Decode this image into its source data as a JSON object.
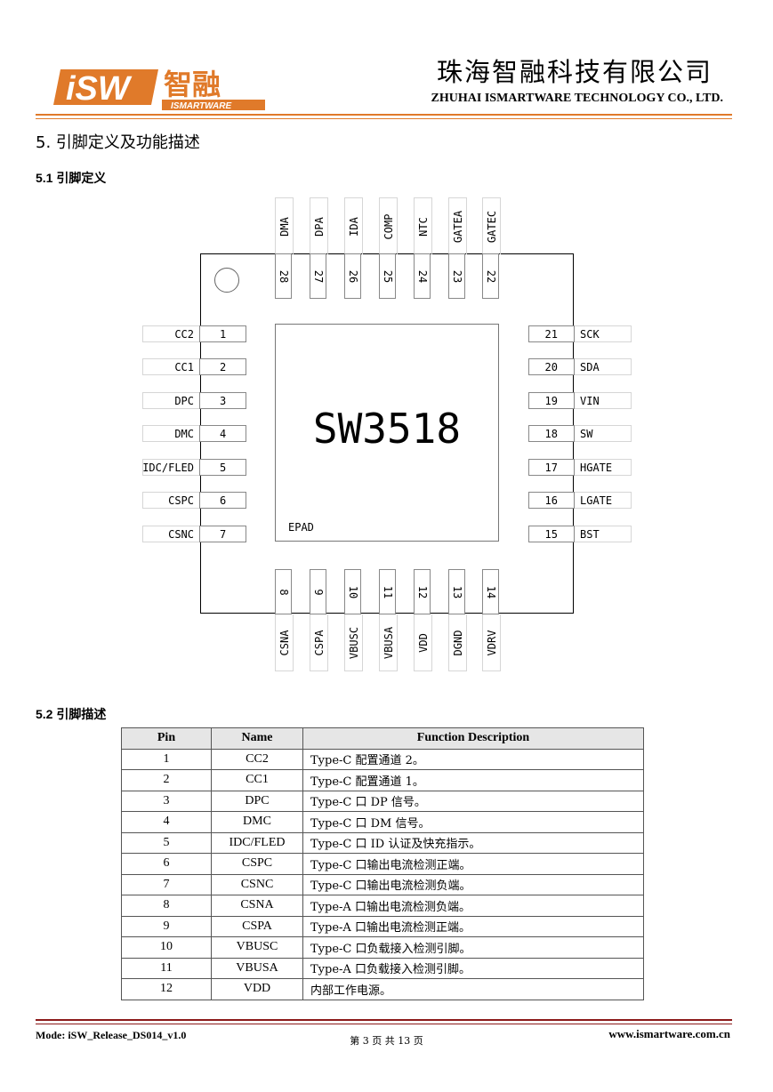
{
  "header": {
    "logo_mark": "iSW",
    "logo_cn": "智融",
    "logo_en": "ISMARTWARE",
    "company_cn": "珠海智融科技有限公司",
    "company_en": "ZHUHAI ISMARTWARE TECHNOLOGY CO., LTD.",
    "accent_color": "#e07a2a"
  },
  "section": {
    "title": "5.  引脚定义及功能描述",
    "sub1": "5.1  引脚定义",
    "sub2": "5.2  引脚描述"
  },
  "diagram": {
    "chip_name": "SW3518",
    "epad_label": "EPAD",
    "left_pins": [
      {
        "num": "1",
        "name": "CC2"
      },
      {
        "num": "2",
        "name": "CC1"
      },
      {
        "num": "3",
        "name": "DPC"
      },
      {
        "num": "4",
        "name": "DMC"
      },
      {
        "num": "5",
        "name": "IDC/FLED"
      },
      {
        "num": "6",
        "name": "CSPC"
      },
      {
        "num": "7",
        "name": "CSNC"
      }
    ],
    "bottom_pins": [
      {
        "num": "8",
        "name": "CSNA"
      },
      {
        "num": "9",
        "name": "CSPA"
      },
      {
        "num": "10",
        "name": "VBUSC"
      },
      {
        "num": "11",
        "name": "VBUSA"
      },
      {
        "num": "12",
        "name": "VDD"
      },
      {
        "num": "13",
        "name": "DGND"
      },
      {
        "num": "14",
        "name": "VDRV"
      }
    ],
    "right_pins": [
      {
        "num": "21",
        "name": "SCK"
      },
      {
        "num": "20",
        "name": "SDA"
      },
      {
        "num": "19",
        "name": "VIN"
      },
      {
        "num": "18",
        "name": "SW"
      },
      {
        "num": "17",
        "name": "HGATE"
      },
      {
        "num": "16",
        "name": "LGATE"
      },
      {
        "num": "15",
        "name": "BST"
      }
    ],
    "top_pins": [
      {
        "num": "28",
        "name": "DMA"
      },
      {
        "num": "27",
        "name": "DPA"
      },
      {
        "num": "26",
        "name": "IDA"
      },
      {
        "num": "25",
        "name": "COMP"
      },
      {
        "num": "24",
        "name": "NTC"
      },
      {
        "num": "23",
        "name": "GATEA"
      },
      {
        "num": "22",
        "name": "GATEC"
      }
    ]
  },
  "table": {
    "headers": [
      "Pin",
      "Name",
      "Function Description"
    ],
    "rows": [
      [
        "1",
        "CC2",
        "Type-C  配置通道 2。"
      ],
      [
        "2",
        "CC1",
        "Type-C  配置通道 1。"
      ],
      [
        "3",
        "DPC",
        "Type-C 口 DP 信号。"
      ],
      [
        "4",
        "DMC",
        "Type-C 口 DM 信号。"
      ],
      [
        "5",
        "IDC/FLED",
        "Type-C 口 ID 认证及快充指示。"
      ],
      [
        "6",
        "CSPC",
        "Type-C 口输出电流检测正端。"
      ],
      [
        "7",
        "CSNC",
        "Type-C 口输出电流检测负端。"
      ],
      [
        "8",
        "CSNA",
        "Type-A 口输出电流检测负端。"
      ],
      [
        "9",
        "CSPA",
        "Type-A 口输出电流检测正端。"
      ],
      [
        "10",
        "VBUSC",
        "Type-C 口负载接入检测引脚。"
      ],
      [
        "11",
        "VBUSA",
        "Type-A 口负载接入检测引脚。"
      ],
      [
        "12",
        "VDD",
        "内部工作电源。"
      ]
    ]
  },
  "footer": {
    "left": "Mode: iSW_Release_DS014_v1.0",
    "center": "第 3 页 共 13 页",
    "right": "www.ismartware.com.cn",
    "rule_color": "#8b1a1a"
  }
}
